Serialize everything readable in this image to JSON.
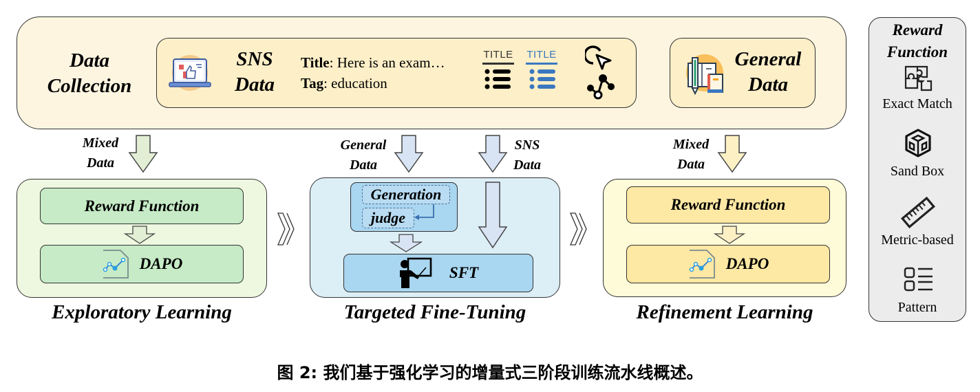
{
  "data_collection": {
    "label_line1": "Data",
    "label_line2": "Collection",
    "sns": {
      "title_line1": "SNS",
      "title_line2": "Data",
      "title_key": "Title",
      "title_value": ": Here is an exam…",
      "tag_key": "Tag",
      "tag_value": ": education",
      "icon_title_1": "TITLE",
      "icon_title_2": "TITLE"
    },
    "general": {
      "title_line1": "General",
      "title_line2": "Data"
    }
  },
  "arrows": {
    "stage1_in_line1": "Mixed",
    "stage1_in_line2": "Data",
    "stage2_in_general_line1": "General",
    "stage2_in_general_line2": "Data",
    "stage2_in_sns_line1": "SNS",
    "stage2_in_sns_line2": "Data",
    "stage3_in_line1": "Mixed",
    "stage3_in_line2": "Data"
  },
  "stages": [
    {
      "title": "Exploratory Learning",
      "top_box": "Reward Function",
      "bottom_box": "DAPO",
      "color": "#c6ebc6"
    },
    {
      "title": "Targeted Fine-Tuning",
      "gen_label": "Generation",
      "judge_label": "judge",
      "bottom_box": "SFT",
      "color": "#a9d6f0"
    },
    {
      "title": "Refinement Learning",
      "top_box": "Reward Function",
      "bottom_box": "DAPO",
      "color": "#fde8a4"
    }
  ],
  "reward_panel": {
    "title_line1": "Reward",
    "title_line2": "Function",
    "items": [
      {
        "label": "Exact Match",
        "icon": "puzzle-icon"
      },
      {
        "label": "Sand Box",
        "icon": "cube-icon"
      },
      {
        "label": "Metric-based",
        "icon": "ruler-icon"
      },
      {
        "label": "Pattern",
        "icon": "list-pattern-icon"
      }
    ]
  },
  "caption": "图 2: 我们基于强化学习的增量式三阶段训练流水线概述。"
}
